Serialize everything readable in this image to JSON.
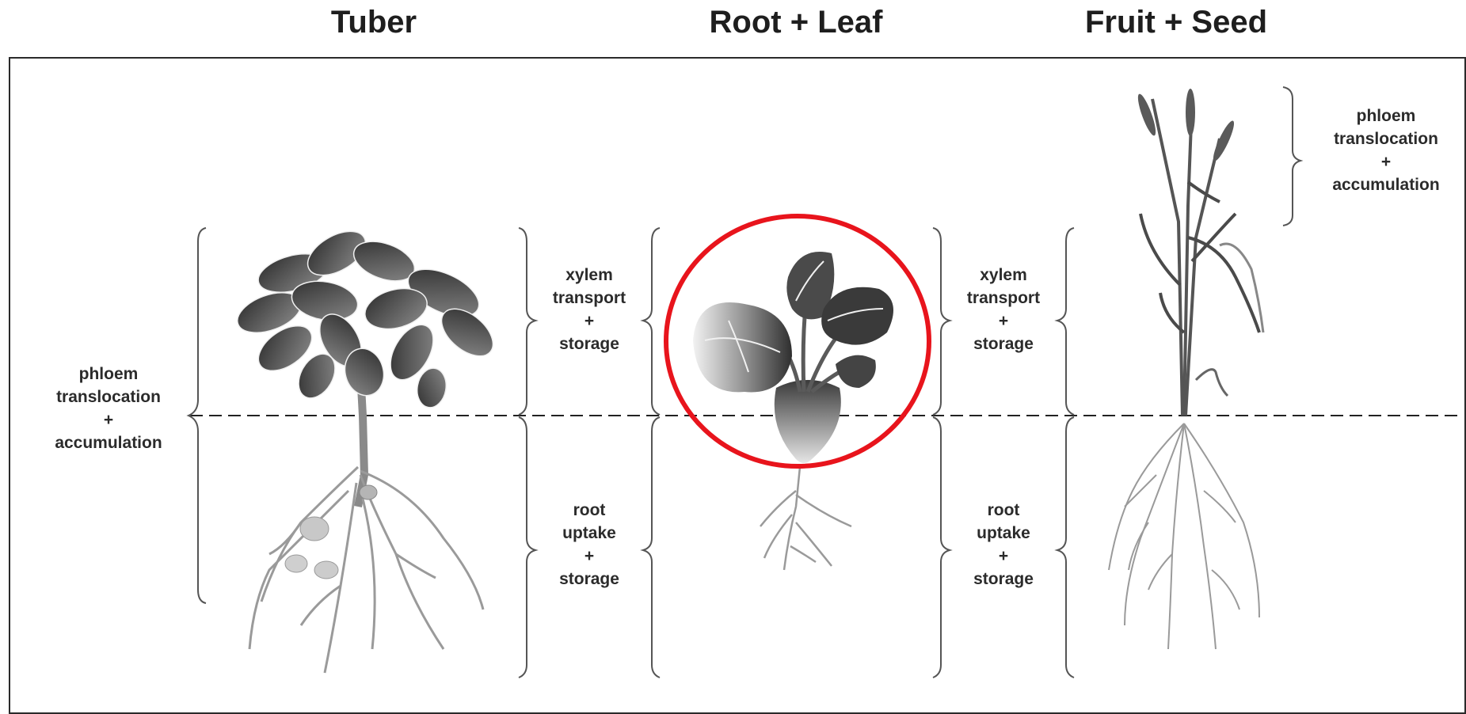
{
  "titles": {
    "tuber": "Tuber",
    "root_leaf": "Root + Leaf",
    "fruit_seed": "Fruit + Seed"
  },
  "labels": {
    "left_phloem": [
      "phloem",
      "translocation",
      "+",
      "accumulation"
    ],
    "xylem_1": [
      "xylem",
      "transport",
      "+",
      "storage"
    ],
    "root_1": [
      "root",
      "uptake",
      "+",
      "storage"
    ],
    "xylem_2": [
      "xylem",
      "transport",
      "+",
      "storage"
    ],
    "root_2": [
      "root",
      "uptake",
      "+",
      "storage"
    ],
    "right_phloem": [
      "phloem",
      "translocation",
      "+",
      "accumulation"
    ]
  },
  "colors": {
    "highlight_circle": "#e8141c",
    "leaf_dark": "#3c3c3c",
    "root_gray": "#9a9a9a",
    "bracket": "#555555"
  },
  "plants": [
    "potato-plant",
    "beet-plant",
    "wheat-plant"
  ]
}
